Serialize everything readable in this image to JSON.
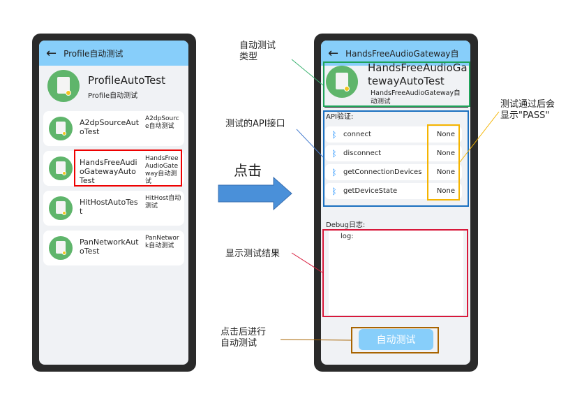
{
  "left": {
    "title": "Profile自动测试",
    "app_name": "ProfileAutoTest",
    "app_desc": "Profile自动测试",
    "items": [
      {
        "name": "A2dpSourceAutoTest",
        "desc": "A2dpSource自动测试"
      },
      {
        "name": "HandsFreeAudioGatewayAutoTest",
        "desc": "HandsFreeAudioGateway自动测试"
      },
      {
        "name": "HitHostAutoTest",
        "desc": "HitHost自动测试"
      },
      {
        "name": "PanNetworkAutoTest",
        "desc": "PanNetwork自动测试"
      }
    ]
  },
  "right": {
    "title": "HandsFreeAudioGateway自",
    "app_name": "HandsFreeAudioGatewayAutoTest",
    "app_desc": "HandsFreeAudioGateway自动测试",
    "api_label": "API验证:",
    "apis": [
      {
        "name": "connect",
        "status": "None"
      },
      {
        "name": "disconnect",
        "status": "None"
      },
      {
        "name": "getConnectionDevices",
        "status": "None"
      },
      {
        "name": "getDeviceState",
        "status": "None"
      }
    ],
    "debug_label": "Debug日志:",
    "log": "log:",
    "button": "自动测试"
  },
  "annotations": {
    "click": "点击",
    "type": "自动测试\n类型",
    "api": "测试的API接口",
    "pass": "测试通过后会\n显示\"PASS\"",
    "result": "显示测试结果",
    "auto": "点击后进行\n自动测试"
  },
  "colors": {
    "topbar": "#87cefa",
    "avatar": "#5fb56b",
    "arrow": "#4a90d9"
  }
}
